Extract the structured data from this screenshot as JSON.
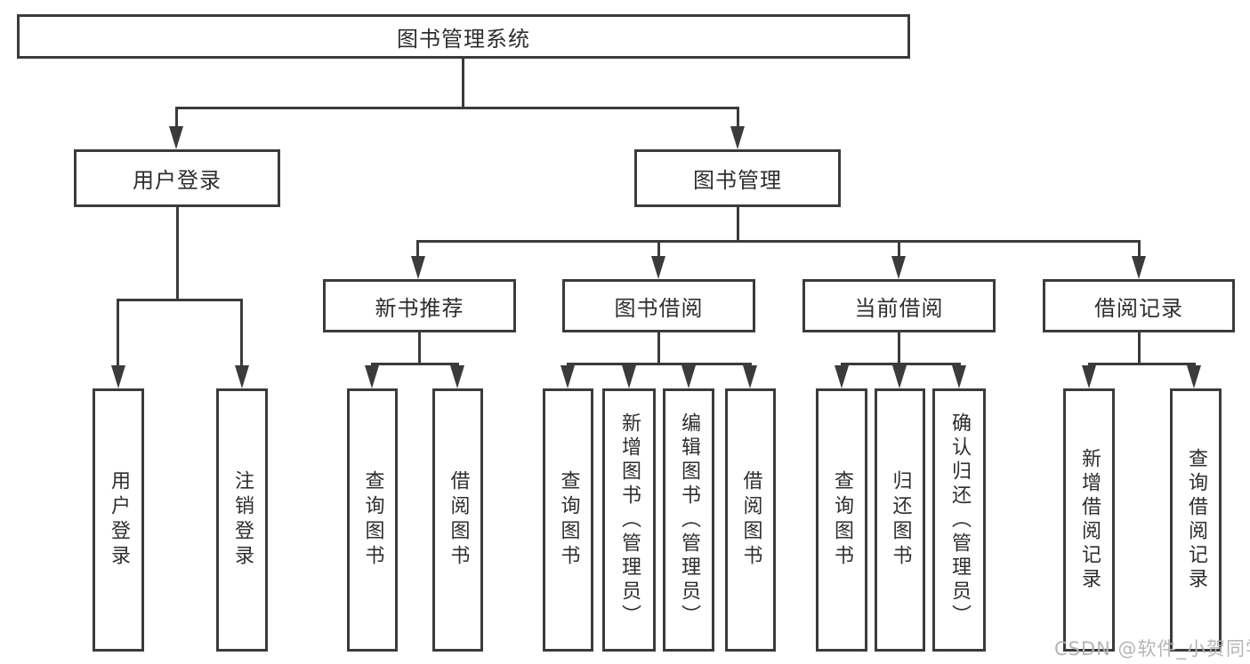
{
  "diagram": {
    "title": "图书管理系统",
    "level1": {
      "user_login": "用户登录",
      "book_mgmt": "图书管理"
    },
    "level2": {
      "new_books": "新书推荐",
      "book_borrow": "图书借阅",
      "current_borrow": "当前借阅",
      "borrow_records": "借阅记录"
    },
    "leaves": {
      "user": [
        "用户登录",
        "注销登录"
      ],
      "new_books": [
        "查询图书",
        "借阅图书"
      ],
      "book_borrow": [
        "查询图书",
        "新增图书（管理员）",
        "编辑图书（管理员）",
        "借阅图书"
      ],
      "current_borrow": [
        "查询图书",
        "归还图书",
        "确认归还（管理员）"
      ],
      "records": [
        "新增借阅记录",
        "查询借阅记录"
      ]
    },
    "colors": {
      "line": "#3b3b3b",
      "text": "#2e2e2e",
      "background": "#ffffff",
      "watermark": "#b5b5b5"
    },
    "watermark": "CSDN @软件_小贺同学"
  }
}
